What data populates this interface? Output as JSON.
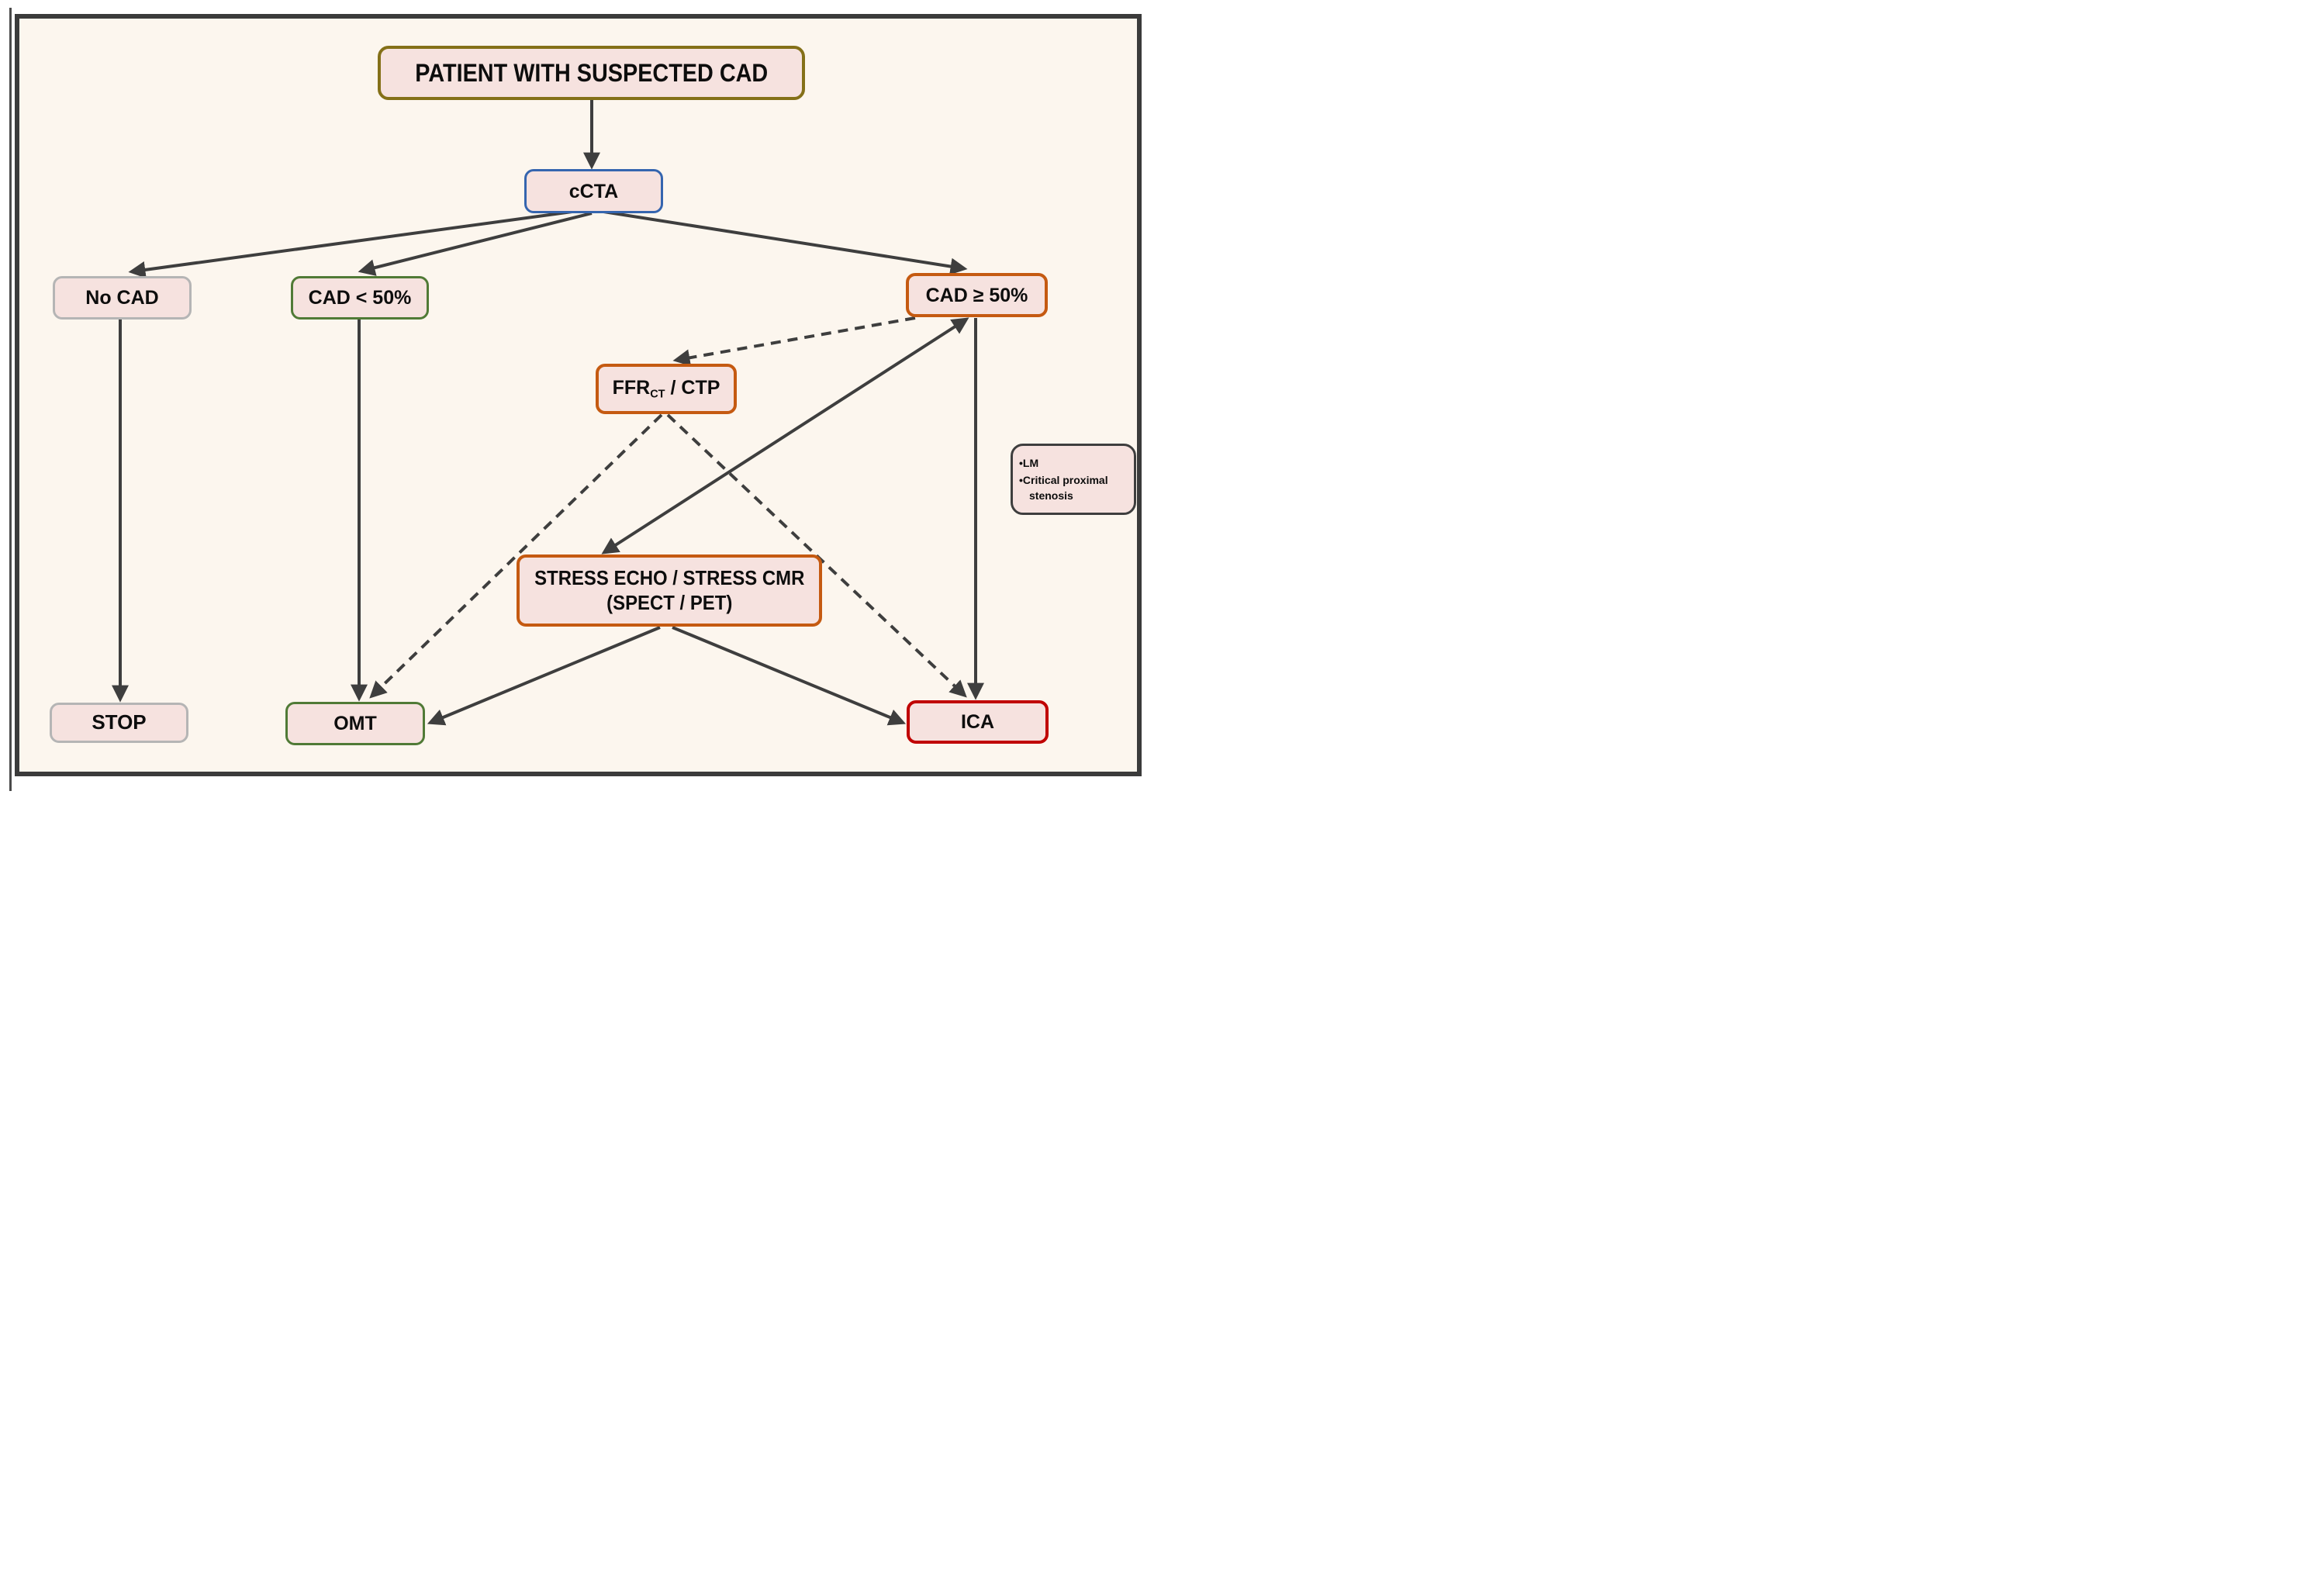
{
  "diagram": {
    "background_color": "#FCF6EE",
    "frame_color": "#3B3B3B",
    "arrow_color": "#3E3E3E",
    "node_fill_color": "#F6E2DF",
    "nodes": {
      "patient": {
        "label": "PATIENT WITH SUSPECTED CAD",
        "border_color": "#847018"
      },
      "ccta": {
        "label": "cCTA",
        "border_color": "#3565AF"
      },
      "no_cad": {
        "label": "No CAD",
        "border_color": "#B5B5B5"
      },
      "cad_lt_50": {
        "label": "CAD < 50%",
        "border_color": "#507A36"
      },
      "cad_ge_50": {
        "label": "CAD ≥ 50%",
        "border_color": "#C55A11"
      },
      "ffr_ctp": {
        "label_main": "FFR",
        "label_sub": "CT",
        "label_rest": " / CTP",
        "border_color": "#C55A11"
      },
      "high_risk_note": {
        "items": [
          "LM",
          "Critical proximal stenosis"
        ],
        "border_color": "#3E3E3E"
      },
      "stress_testing": {
        "label_line1": "STRESS ECHO / STRESS CMR",
        "label_line2": "(SPECT / PET)",
        "border_color": "#C55A11"
      },
      "stop": {
        "label": "STOP",
        "border_color": "#B5B5B5"
      },
      "omt": {
        "label": "OMT",
        "border_color": "#507A36"
      },
      "ica": {
        "label": "ICA",
        "border_color": "#C00000"
      }
    },
    "edges": [
      {
        "from": "patient",
        "to": "ccta",
        "style": "solid"
      },
      {
        "from": "ccta",
        "to": "no_cad",
        "style": "solid"
      },
      {
        "from": "ccta",
        "to": "cad_lt_50",
        "style": "solid"
      },
      {
        "from": "ccta",
        "to": "cad_ge_50",
        "style": "solid"
      },
      {
        "from": "no_cad",
        "to": "stop",
        "style": "solid"
      },
      {
        "from": "cad_lt_50",
        "to": "omt",
        "style": "solid"
      },
      {
        "from": "cad_ge_50",
        "to": "ffr_ctp",
        "style": "dashed"
      },
      {
        "from": "cad_ge_50",
        "to": "stress_testing",
        "style": "solid",
        "bidirectional": true
      },
      {
        "from": "cad_ge_50",
        "to": "ica",
        "style": "solid"
      },
      {
        "from": "ffr_ctp",
        "to": "omt",
        "style": "dashed"
      },
      {
        "from": "ffr_ctp",
        "to": "ica",
        "style": "dashed"
      },
      {
        "from": "stress_testing",
        "to": "omt",
        "style": "solid"
      },
      {
        "from": "stress_testing",
        "to": "ica",
        "style": "solid"
      }
    ]
  }
}
